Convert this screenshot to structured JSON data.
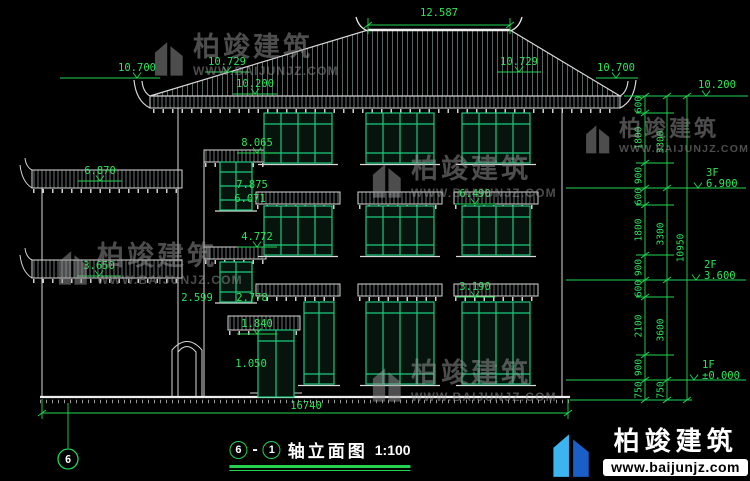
{
  "brand": {
    "name": "柏竣建筑",
    "url": "www.baijunjz.com",
    "url_upper": "WWW.BAIJUNJZ.COM"
  },
  "title_block": {
    "axis_from": "6",
    "separator": "-",
    "axis_to": "1",
    "name": "轴立面图",
    "scale": "1:100"
  },
  "axis_bubble": {
    "bottom_left": "6"
  },
  "levels": {
    "ridge": "12.587",
    "eave_left_outer": "10.700",
    "eave_left_inner": "10.729",
    "eave_soffit": "10.200",
    "eave_right_inner": "10.729",
    "eave_right_outer": "10.700",
    "parapet_right": "10.200",
    "tower_canopy_top": "8.065",
    "tower_canopy_eave": "7.875",
    "left_roof_eave": "6.870",
    "stair_window_sill": "6.071",
    "bay_canopy_2f": "6.490",
    "tower_canopy2_top": "4.772",
    "left_lower_roof_eave": "3.650",
    "bay_canopy_1f": "3.190",
    "stair_window2_head": "2.778",
    "left_porch": "2.599",
    "door_canopy": "1.840",
    "door_sill": "1.050"
  },
  "floors": [
    {
      "label": "3F",
      "level": "6.900"
    },
    {
      "label": "2F",
      "level": "3.600"
    },
    {
      "label": "1F",
      "level": "±0.000"
    }
  ],
  "dims": {
    "overall_width": "16740",
    "right_total": "10950",
    "right_inner": [
      "600",
      "1800",
      "900",
      "600",
      "1800",
      "900",
      "600",
      "2100",
      "900",
      "750"
    ],
    "right_outer": [
      "3300",
      "3300",
      "3600",
      "750"
    ]
  }
}
